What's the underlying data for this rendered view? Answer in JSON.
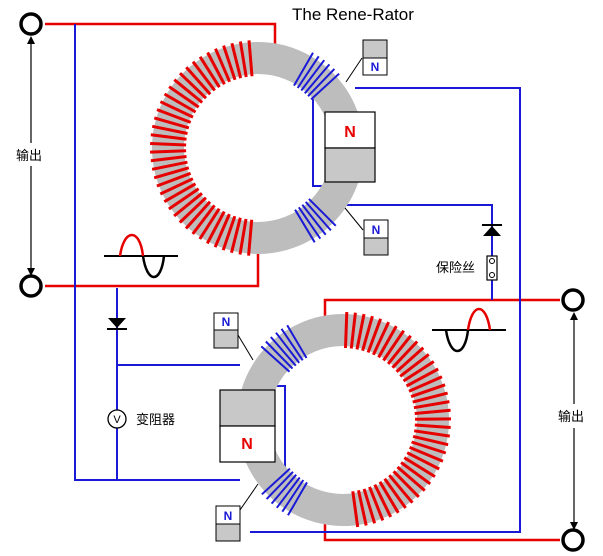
{
  "title": "The Rene-Rator",
  "labels": {
    "output_left": "输出",
    "output_right": "输出",
    "fuse": "保险丝",
    "rheostat": "变阻器",
    "voltmeter": "V"
  },
  "magnets": {
    "large_top": "N",
    "large_bottom": "N",
    "small_top_upper": "N",
    "small_top_lower": "N",
    "small_bottom_upper": "N",
    "small_bottom_lower": "N"
  },
  "colors": {
    "wire_red": "#e60000",
    "wire_blue": "#1a1ad6",
    "core_gray": "#bdbdbd",
    "magnet_gray": "#c8c8c8",
    "terminal": "#000000"
  }
}
